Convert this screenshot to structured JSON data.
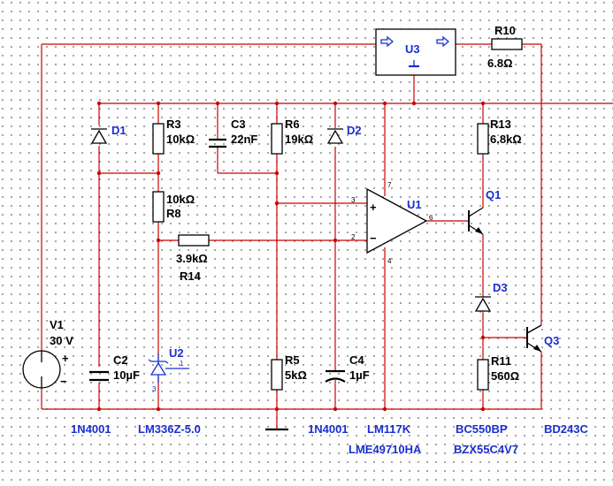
{
  "components": {
    "V1": {
      "ref": "V1",
      "value": "30 V",
      "plus": "+",
      "minus": "−"
    },
    "D1": {
      "ref": "D1"
    },
    "D2": {
      "ref": "D2"
    },
    "D3": {
      "ref": "D3"
    },
    "R3": {
      "ref": "R3",
      "value": "10kΩ"
    },
    "R8": {
      "ref": "R8",
      "value": "10kΩ"
    },
    "R14": {
      "ref": "R14",
      "value": "3.9kΩ"
    },
    "C3": {
      "ref": "C3",
      "value": "22nF"
    },
    "R6": {
      "ref": "R6",
      "value": "19kΩ"
    },
    "C2": {
      "ref": "C2",
      "value": "10µF"
    },
    "U2": {
      "ref": "U2",
      "pin1": "1",
      "pin3": "3"
    },
    "R5": {
      "ref": "R5",
      "value": "5kΩ"
    },
    "C4": {
      "ref": "C4",
      "value": "1µF"
    },
    "U3": {
      "ref": "U3"
    },
    "R10": {
      "ref": "R10",
      "value": "6.8Ω"
    },
    "U1": {
      "ref": "U1",
      "pin7": "7",
      "pin3": "3",
      "pin2": "2",
      "pin6": "6",
      "pin4": "4",
      "plus": "+",
      "minus": "−"
    },
    "R13": {
      "ref": "R13",
      "value": "6.8kΩ"
    },
    "Q1": {
      "ref": "Q1"
    },
    "R11": {
      "ref": "R11",
      "value": "560Ω"
    },
    "Q3": {
      "ref": "Q3"
    }
  },
  "part_names": {
    "p1": "1N4001",
    "p2": "LM336Z-5.0",
    "p3": "1N4001",
    "p4": "LM117K",
    "p5": "BC550BP",
    "p6": "BD243C",
    "p7": "LME49710HA",
    "p8": "BZX55C4V7"
  },
  "colors": {
    "wire": "#cc0000",
    "component": "#000000",
    "label": "#1a2fd0",
    "grid": "#8a8a8a"
  }
}
